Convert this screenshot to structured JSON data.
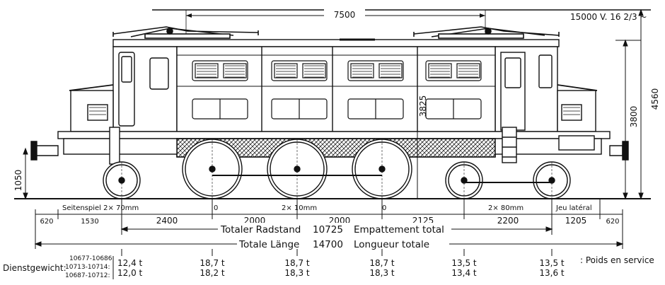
{
  "drawing": {
    "catenary": "15000 V. 16 2/3 ~",
    "pantograph_spacing": "7500",
    "total_height": "4560",
    "body_height": "3800",
    "floor_height": "3825",
    "buffer_height": "1050"
  },
  "dimensions": {
    "sidespiel_left": "Seitenspiel 2× 70mm",
    "sidespiel_mid": "2× 10mm",
    "sidespiel_right": "2× 80mm",
    "jeu_lateral": "Jeu latéral",
    "overhang_left": "620",
    "bogie_left": "1530",
    "seg1": "2400",
    "seg2": "2000",
    "seg3": "2000",
    "seg4": "2125",
    "seg5": "2200",
    "seg6": "1205",
    "overhang_right": "620",
    "zero_a": "0",
    "zero_b": "0"
  },
  "wheelbase": {
    "label_de": "Totaler Radstand",
    "value": "10725",
    "label_fr": "Empattement total"
  },
  "length": {
    "label_de": "Totale Länge",
    "value": "14700",
    "label_fr": "Longueur totale"
  },
  "weights": {
    "label_de": "Dienstgewicht:",
    "label_fr": ": Poids en service",
    "series": [
      "10677-10686:",
      "10713-10714:",
      "10687-10712:"
    ],
    "axle1": [
      "12,4 t",
      "12,0 t"
    ],
    "axle2": [
      "18,7 t",
      "18,2 t"
    ],
    "axle3": [
      "18,7 t",
      "18,3 t"
    ],
    "axle4": [
      "18,7 t",
      "18,3 t"
    ],
    "axle5": [
      "13,5 t",
      "13,4 t"
    ],
    "axle6": [
      "13,5 t",
      "13,6 t"
    ]
  },
  "colors": {
    "ink": "#111111",
    "paper": "#ffffff"
  }
}
